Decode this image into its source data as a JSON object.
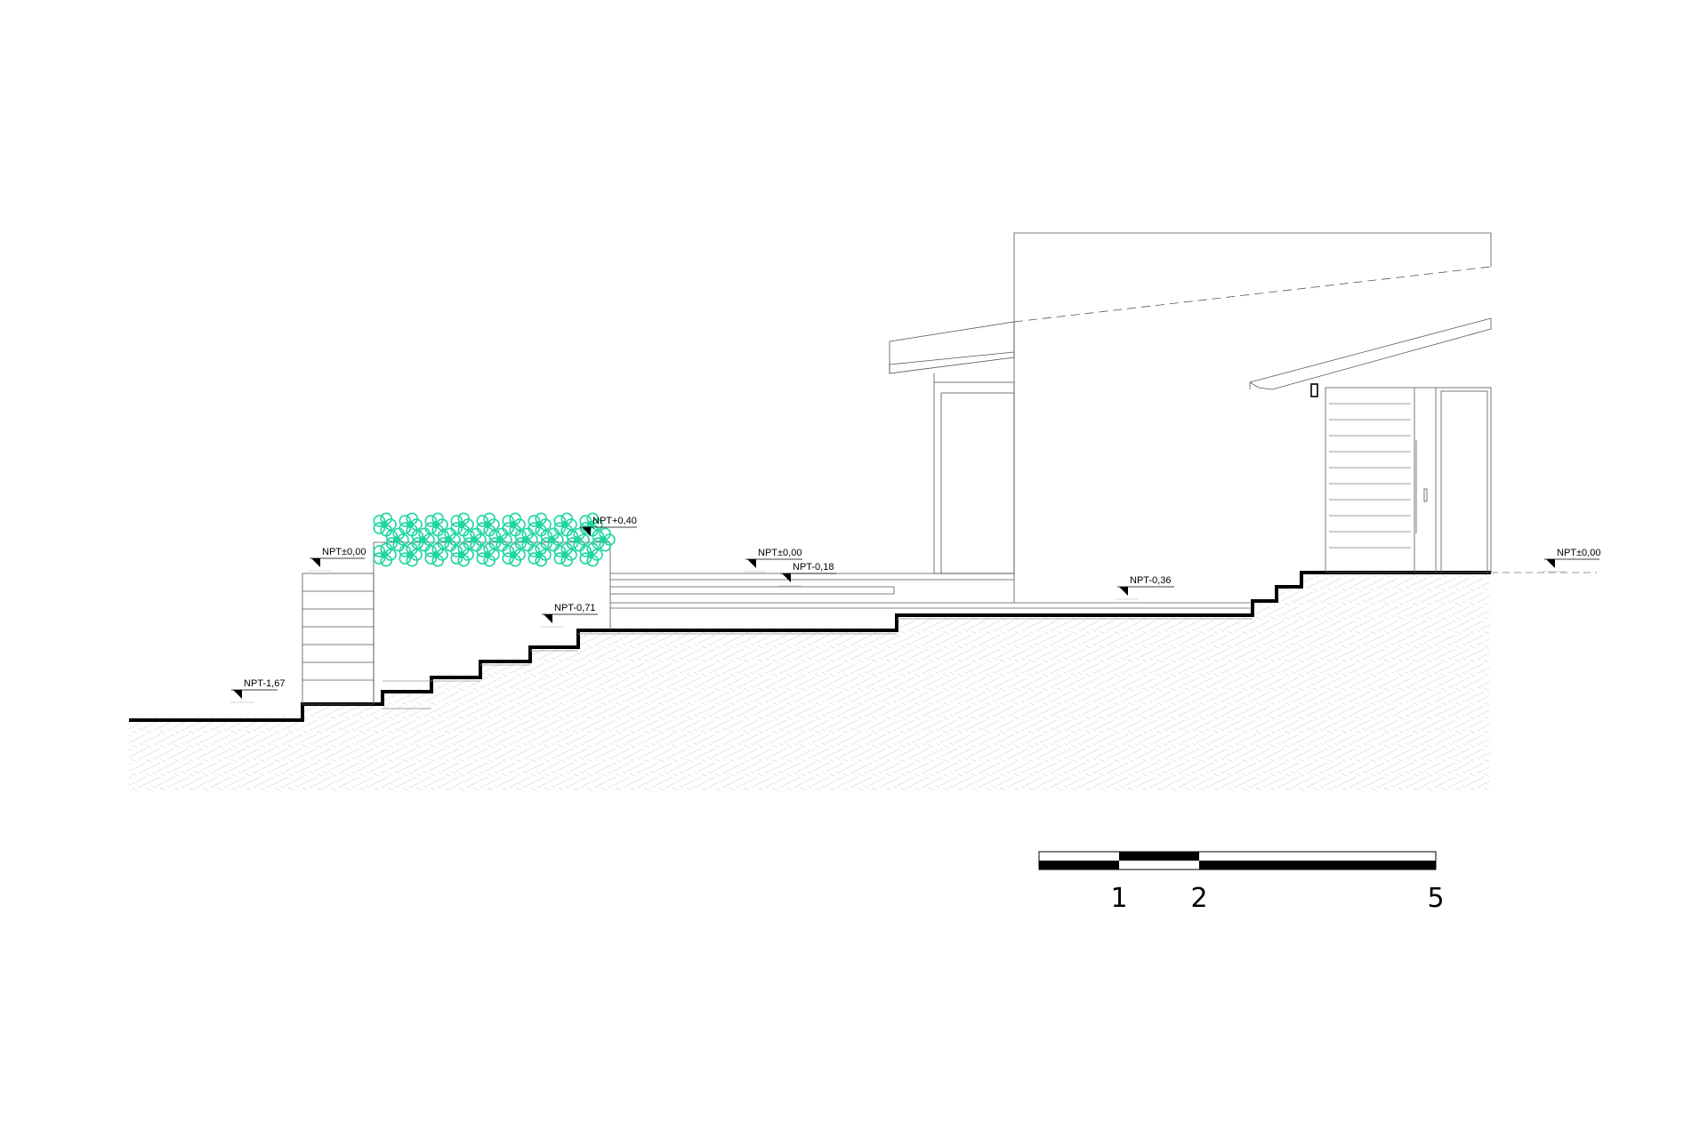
{
  "levels": [
    {
      "id": "npt-167",
      "text": "NPT-1,67"
    },
    {
      "id": "npt-000-a",
      "text": "NPT±0,00"
    },
    {
      "id": "npt-040",
      "text": "NPT+0,40"
    },
    {
      "id": "npt-071",
      "text": "NPT-0,71"
    },
    {
      "id": "npt-000-b",
      "text": "NPT±0,00"
    },
    {
      "id": "npt-018",
      "text": "NPT-0,18"
    },
    {
      "id": "npt-036",
      "text": "NPT-0,36"
    },
    {
      "id": "npt-000-c",
      "text": "NPT±0,00"
    }
  ],
  "scale_bar": {
    "ticks": [
      "1",
      "2",
      "5"
    ]
  },
  "colors": {
    "planting": "#1ed6a0",
    "line": "#000000",
    "hatch": "#e2e2e2"
  }
}
